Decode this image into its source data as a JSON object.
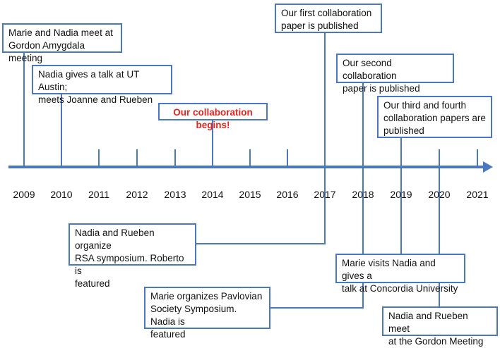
{
  "colors": {
    "line": "#4a78c0",
    "box_border": "#4a78c0",
    "highlight_text": "#e8221b",
    "text": "#111111"
  },
  "years": [
    "2009",
    "2010",
    "2011",
    "2012",
    "2013",
    "2014",
    "2015",
    "2016",
    "2017",
    "2018",
    "2019",
    "2020",
    "2021"
  ],
  "events": [
    {
      "id": "e1",
      "lines": [
        "Marie and Nadia meet at",
        "Gordon Amygdala meeting"
      ]
    },
    {
      "id": "e2",
      "lines": [
        "Nadia gives a talk at UT Austin;",
        "meets Joanne and Rueben"
      ]
    },
    {
      "id": "e3",
      "lines": [
        "Our collaboration begins!"
      ]
    },
    {
      "id": "e4",
      "lines": [
        "Our first collaboration",
        "paper is published"
      ]
    },
    {
      "id": "e5",
      "lines": [
        "Our second collaboration",
        "paper is published"
      ]
    },
    {
      "id": "e6",
      "lines": [
        "Our third and fourth",
        "collaboration papers are",
        "published"
      ]
    },
    {
      "id": "e7",
      "lines": [
        "Nadia and Rueben organize",
        "RSA symposium. Roberto is",
        "featured"
      ]
    },
    {
      "id": "e8",
      "lines": [
        "Marie visits Nadia and gives a",
        "talk at Concordia University"
      ]
    },
    {
      "id": "e9",
      "lines": [
        "Marie organizes Pavlovian",
        "Society Symposium. Nadia is",
        "featured"
      ]
    },
    {
      "id": "e10",
      "lines": [
        "Nadia and Rueben meet",
        "at the Gordon Meeting"
      ]
    }
  ]
}
